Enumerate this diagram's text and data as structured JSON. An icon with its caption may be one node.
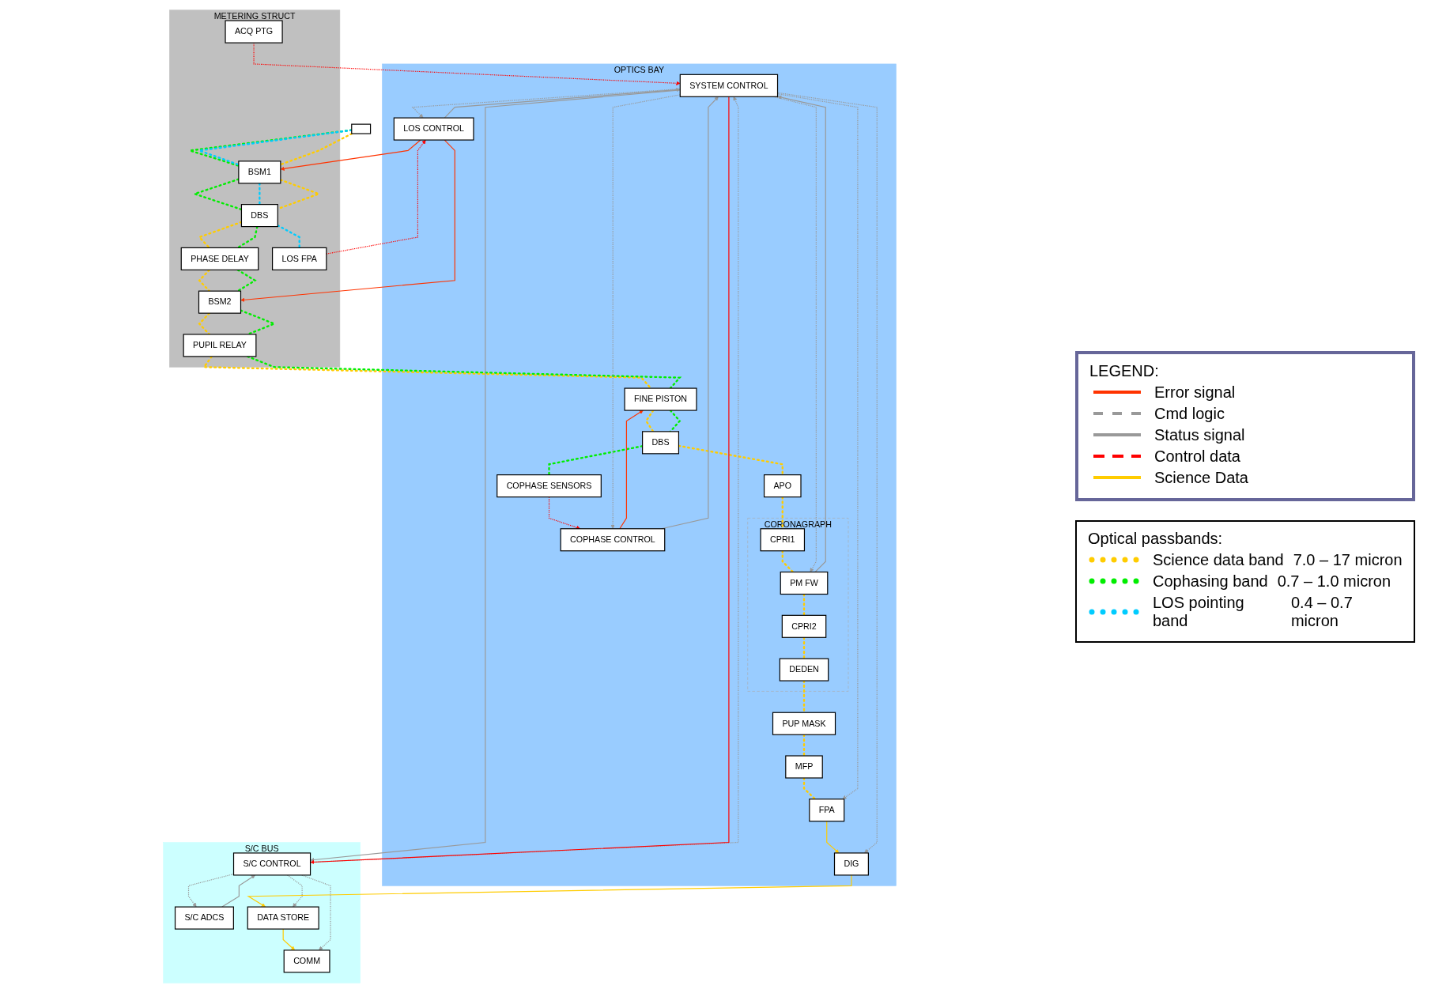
{
  "diagram": {
    "nodes": [
      {
        "text": [
          "METERING STRUCT"
        ]
      },
      {
        "text": [],
        "shape": "box"
      },
      {
        "text": [
          "ACQ PTG"
        ],
        "in": 0
      },
      {
        "text": [
          "BSM1"
        ],
        "in": 0
      },
      {
        "text": [
          "PHASE DELAY"
        ],
        "in": 0
      },
      {
        "text": [
          "BSM2"
        ],
        "in": 0
      },
      {
        "text": [
          "PUPIL RELAY"
        ],
        "in": 0
      },
      {
        "text": [
          "DBS"
        ],
        "in": 0
      },
      {
        "text": [
          "LOS FPA"
        ],
        "in": 0
      },
      {
        "text": [
          "OPTICS BAY"
        ]
      },
      {
        "text": [
          "FINE PISTON"
        ],
        "in": 9
      },
      {
        "text": [
          "DBS"
        ],
        "in": 9
      },
      {
        "text": [
          "APO"
        ],
        "in": 9
      },
      {
        "text": [
          "CORONAGRAPH"
        ],
        "in": 9
      },
      {
        "text": [
          "CPRI1"
        ],
        "in": 13
      },
      {
        "text": [
          "PM FW"
        ],
        "in": 13
      },
      {
        "text": [
          "CPRI2"
        ],
        "in": 13
      },
      {
        "text": [
          "DEDEN"
        ],
        "in": 13
      },
      {
        "text": [
          "COPHASE SENSORS"
        ],
        "in": 9
      },
      {
        "text": [
          "LOS CONTROL"
        ],
        "in": 9
      },
      {
        "text": [
          "COPHASE CONTROL"
        ],
        "in": 9
      },
      {
        "text": [
          "PUP MASK"
        ],
        "in": 9
      },
      {
        "text": [
          "MFP"
        ],
        "in": 9
      },
      {
        "text": [
          "SYSTEM CONTROL"
        ],
        "in": 9
      },
      {
        "text": [
          "FPA"
        ],
        "in": 9
      },
      {
        "text": [
          "DIG"
        ],
        "in": 9
      },
      {
        "text": [
          "S/C BUS"
        ]
      },
      {
        "text": [
          "S/C ADCS"
        ],
        "in": 26
      },
      {
        "text": [
          "S/C CONTROL"
        ],
        "in": 26
      },
      {
        "text": [
          "COMM"
        ],
        "in": 26
      },
      {
        "text": [
          "DATA STORE"
        ],
        "in": 26
      }
    ],
    "edges": [
      {
        "from": 1,
        "to": 3,
        "arrow": "none",
        "style": "dashed",
        "color": "#00ee00"
      },
      {
        "from": 1,
        "to": 3,
        "arrow": "none",
        "style": "dashed",
        "color": "#00ccff"
      },
      {
        "from": 1,
        "to": 3,
        "arrow": "none",
        "style": "dashed",
        "color": "#ffcc00"
      },
      {
        "from": 3,
        "to": 7,
        "arrow": "none",
        "style": "dashed",
        "color": "#00ee00"
      },
      {
        "from": 3,
        "to": 7,
        "arrow": "none",
        "style": "dashed",
        "color": "#00ccff"
      },
      {
        "from": 3,
        "to": 7,
        "arrow": "none",
        "style": "dashed",
        "color": "#ffcc00"
      },
      {
        "from": 7,
        "to": 4,
        "arrow": "none",
        "style": "dashed",
        "color": "#ffcc00"
      },
      {
        "from": 7,
        "to": 4,
        "arrow": "none",
        "style": "dashed",
        "color": "#00ee00"
      },
      {
        "from": 7,
        "to": 8,
        "arrow": "none",
        "style": "dashed",
        "color": "#00ccff"
      },
      {
        "from": 4,
        "to": 5,
        "arrow": "none",
        "style": "dashed",
        "color": "#ffcc00"
      },
      {
        "from": 4,
        "to": 5,
        "arrow": "none",
        "style": "dashed",
        "color": "#00ee00"
      },
      {
        "from": 5,
        "to": 6,
        "arrow": "none",
        "style": "dashed",
        "color": "#ffcc00"
      },
      {
        "from": 5,
        "to": 6,
        "arrow": "none",
        "style": "dashed",
        "color": "#00ee00"
      },
      {
        "from": 6,
        "to": 10,
        "arrow": "none",
        "style": "dashed",
        "color": "#ffcc00"
      },
      {
        "from": 6,
        "to": 10,
        "arrow": "none",
        "style": "dashed",
        "color": "#00ee00"
      },
      {
        "from": 10,
        "to": 11,
        "arrow": "none",
        "style": "dashed",
        "color": "#ffcc00"
      },
      {
        "from": 10,
        "to": 11,
        "arrow": "none",
        "style": "dashed",
        "color": "#00ee00"
      },
      {
        "from": 11,
        "to": 12,
        "arrow": "none",
        "style": "dashed",
        "color": "#ffcc00"
      },
      {
        "from": 11,
        "to": 18,
        "arrow": "none",
        "style": "dashed",
        "color": "#00ee00"
      },
      {
        "from": 12,
        "to": 14,
        "arrow": "none",
        "style": "dashed",
        "color": "#ffcc00"
      },
      {
        "from": 14,
        "to": 15,
        "arrow": "none",
        "style": "dashed",
        "color": "#ffcc00"
      },
      {
        "from": 15,
        "to": 16,
        "arrow": "none",
        "style": "dashed",
        "color": "#ffcc00"
      },
      {
        "from": 16,
        "to": 17,
        "arrow": "none",
        "style": "dashed",
        "color": "#ffcc00"
      },
      {
        "from": 17,
        "to": 21,
        "arrow": "none",
        "style": "dashed",
        "color": "#ffcc00"
      },
      {
        "from": 21,
        "to": 22,
        "arrow": "none",
        "style": "dashed",
        "color": "#ffcc00"
      },
      {
        "from": 22,
        "to": 24,
        "arrow": "none",
        "style": "dashed",
        "color": "#ffcc00"
      },
      {
        "from": 24,
        "to": 25,
        "arrow": "to",
        "color": "#ffcc00"
      },
      {
        "from": 25,
        "to": 30,
        "arrow": "to",
        "color": "#ffcc00"
      },
      {
        "from": 30,
        "to": 29,
        "arrow": "to",
        "color": "#ffcc00"
      },
      {
        "from": 2,
        "to": 23,
        "arrow": "to",
        "style": "dashed",
        "color": "#ff0000"
      },
      {
        "from": 8,
        "to": 19,
        "arrow": "to",
        "style": "dashed",
        "color": "#ff0000"
      },
      {
        "from": 18,
        "to": 20,
        "arrow": "to",
        "style": "dashed",
        "color": "#ff0000"
      },
      {
        "from": 20,
        "to": 10,
        "arrow": "to",
        "color": "#ff3300"
      },
      {
        "from": 19,
        "to": 3,
        "arrow": "to",
        "color": "#ff3300"
      },
      {
        "from": 19,
        "to": 5,
        "arrow": "to",
        "color": "#ff3300"
      },
      {
        "from": 19,
        "to": 23,
        "arrow": "to",
        "color": "#999999"
      },
      {
        "from": 23,
        "to": 19,
        "arrow": "to",
        "style": "dashed",
        "color": "#999999"
      },
      {
        "from": 23,
        "to": 20,
        "arrow": "to",
        "style": "dashed",
        "color": "#999999"
      },
      {
        "from": 20,
        "to": 23,
        "arrow": "to",
        "color": "#999999"
      },
      {
        "from": 23,
        "to": 15,
        "arrow": "to",
        "style": "dashed",
        "color": "#999999"
      },
      {
        "from": 15,
        "to": 23,
        "arrow": "to",
        "color": "#999999"
      },
      {
        "from": 23,
        "to": 24,
        "arrow": "to",
        "style": "dashed",
        "color": "#999999"
      },
      {
        "from": 23,
        "to": 25,
        "arrow": "to",
        "style": "dashed",
        "color": "#999999"
      },
      {
        "from": 28,
        "to": 23,
        "arrow": "to",
        "style": "dashed",
        "color": "#999999"
      },
      {
        "from": 23,
        "to": 28,
        "arrow": "to",
        "color": "#999999"
      },
      {
        "from": 23,
        "to": 28,
        "arrow": "to",
        "color": "#ff0000"
      },
      {
        "from": 28,
        "to": 27,
        "arrow": "to",
        "style": "dashed",
        "color": "#999999"
      },
      {
        "from": 27,
        "to": 28,
        "arrow": "to",
        "color": "#999999"
      },
      {
        "from": 28,
        "to": 30,
        "arrow": "to",
        "style": "dashed",
        "color": "#999999"
      },
      {
        "from": 28,
        "to": 29,
        "arrow": "to",
        "style": "dashed",
        "color": "#999999"
      }
    ],
    "labels": [
      "LEGEND:",
      "Optical passbands:",
      "7.0 – 17 micron",
      "0.7 – 1.0 micron",
      "0.4 – 0.7 micron"
    ],
    "legend": [
      {
        "text": "Error signal"
      },
      {
        "text": "Cmd logic"
      },
      {
        "text": "Status signal"
      },
      {
        "text": "Control data"
      },
      {
        "text": "Science Data"
      },
      {
        "text": "Science data band"
      },
      {
        "text": "Cophasing band"
      },
      {
        "text": "LOS pointing band"
      }
    ]
  }
}
